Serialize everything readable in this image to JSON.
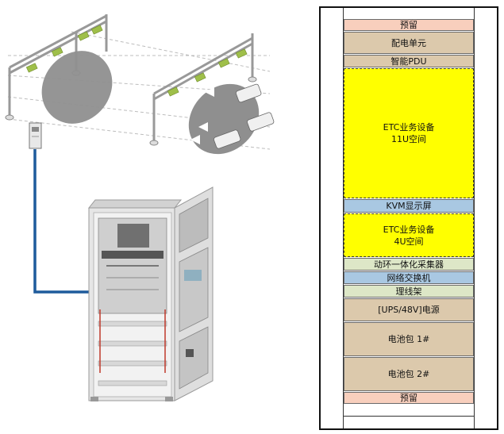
{
  "rack": {
    "slots": [
      {
        "label": "预留",
        "color": "#f8cfbd"
      },
      {
        "label": "配电单元",
        "color": "#dcc9ac"
      },
      {
        "label": "智能PDU",
        "color": "#dcc9ac"
      },
      {
        "label": "ETC业务设备\n11U空间",
        "color": "#ffff00"
      },
      {
        "label": "KVM显示屏",
        "color": "#a9c8e2"
      },
      {
        "label": "ETC业务设备\n4U空间",
        "color": "#ffff00"
      },
      {
        "label": "动环一体化采集器",
        "color": "#dde7c7"
      },
      {
        "label": "网络交换机",
        "color": "#a9c8e2"
      },
      {
        "label": "理线架",
        "color": "#dde7c7"
      },
      {
        "label": "[UPS/48V]电源",
        "color": "#dcc9ac"
      },
      {
        "label": "电池包 1#",
        "color": "#dcc9ac"
      },
      {
        "label": "电池包 2#",
        "color": "#dcc9ac"
      },
      {
        "label": "预留",
        "color": "#f8cfbd"
      }
    ]
  },
  "colors": {
    "cable": "#1f5b9c",
    "cabinet": "#e6e6e6",
    "frame": "#111111"
  }
}
